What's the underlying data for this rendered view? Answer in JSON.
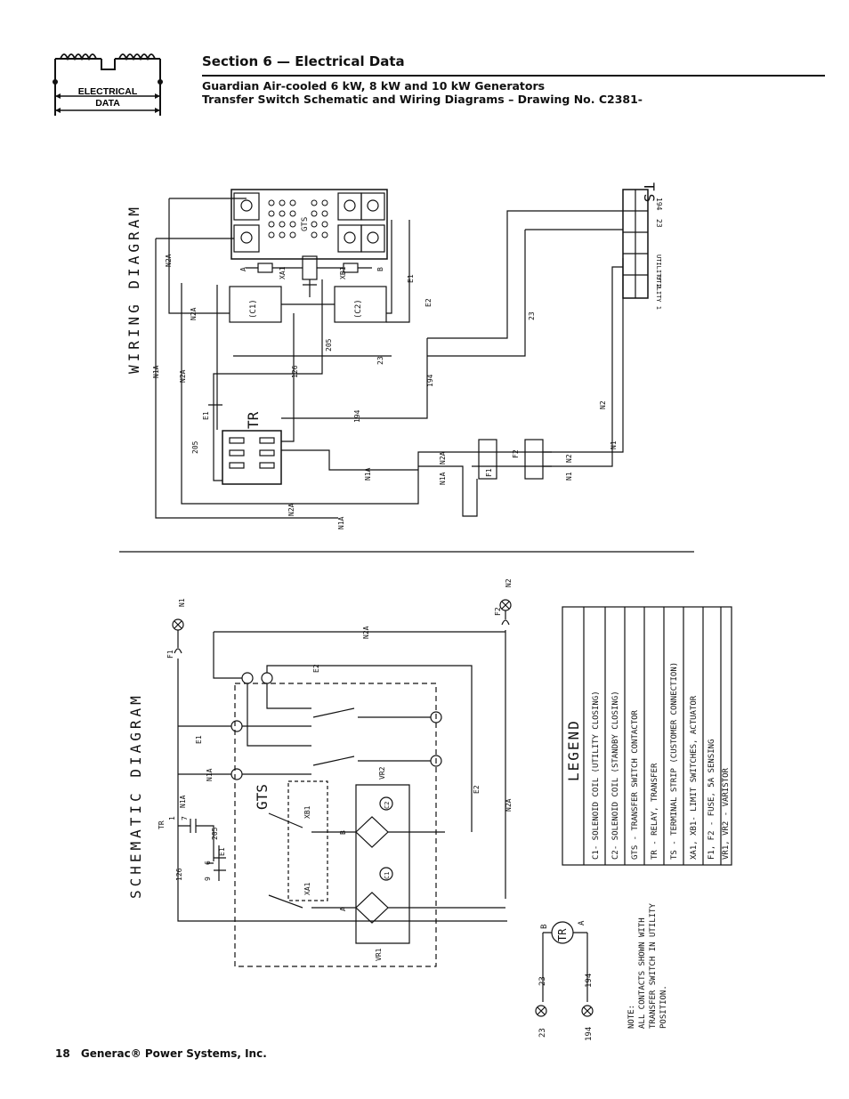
{
  "logo": {
    "label_line1": "ELECTRICAL",
    "label_line2": "DATA"
  },
  "header": {
    "section": "Section 6 — Electrical Data",
    "subtitle1": "Guardian Air-cooled 6 kW, 8 kW and 10 kW Generators",
    "subtitle2": "Transfer Switch Schematic and Wiring Diagrams – Drawing No. C2381-"
  },
  "wiring": {
    "title": "WIRING DIAGRAM",
    "gts": "GTS",
    "tr": "TR",
    "ts": "TS",
    "ts_rows": [
      "194",
      "23",
      "",
      "UTILITY 2",
      "UTILITY 1"
    ],
    "wire_labels": [
      "N2A",
      "N1A",
      "N2A",
      "N2A",
      "126",
      "205",
      "23",
      "194",
      "E1",
      "E2",
      "E1",
      "205",
      "194",
      "23",
      "N1A",
      "N2",
      "N1",
      "N2A",
      "N1A",
      "N1A",
      "N2A",
      "N1",
      "N2"
    ],
    "coil_c1": "(C1)",
    "coil_c2": "(C2)",
    "xa1": "XA1",
    "xb1": "XB1",
    "a": "A",
    "b": "B",
    "f1": "F1",
    "f2": "F2"
  },
  "schematic": {
    "title": "SCHEMATIC DIAGRAM",
    "gts": "GTS",
    "labels": [
      "N1",
      "F1",
      "N2",
      "F2",
      "N2A",
      "E2",
      "E1",
      "N1A",
      "N1A",
      "E2",
      "N2A",
      "XB1",
      "B",
      "A",
      "XA1",
      "VR1",
      "VR2",
      "C1",
      "C2",
      "TR",
      "126",
      "205",
      "E1",
      "9",
      "6",
      "1",
      "7"
    ]
  },
  "legend": {
    "title": "LEGEND",
    "items": [
      "C1- SOLENOID COIL (UTILITY CLOSING)",
      "C2- SOLENOID COIL (STANDBY CLOSING)",
      "GTS - TRANSFER SWITCH CONTACTOR",
      "TR - RELAY, TRANSFER",
      "TS - TERMINAL STRIP (CUSTOMER CONNECTION)",
      "XA1, XB1- LIMIT SWITCHES, ACTUATOR",
      "F1, F2 - FUSE, 5A SENSING",
      "VR1, VR2 - VARISTOR"
    ]
  },
  "note": {
    "line1": "NOTE:",
    "line2": "ALL CONTACTS SHOWN WITH",
    "line3": "TRANSFER SWITCH IN UTILITY",
    "line4": "POSITION."
  },
  "tr_relay": {
    "tr": "TR",
    "b": "B",
    "a": "A",
    "w23": "23",
    "w194": "194"
  },
  "footer": {
    "page": "18",
    "company": "Generac® Power Systems, Inc."
  }
}
